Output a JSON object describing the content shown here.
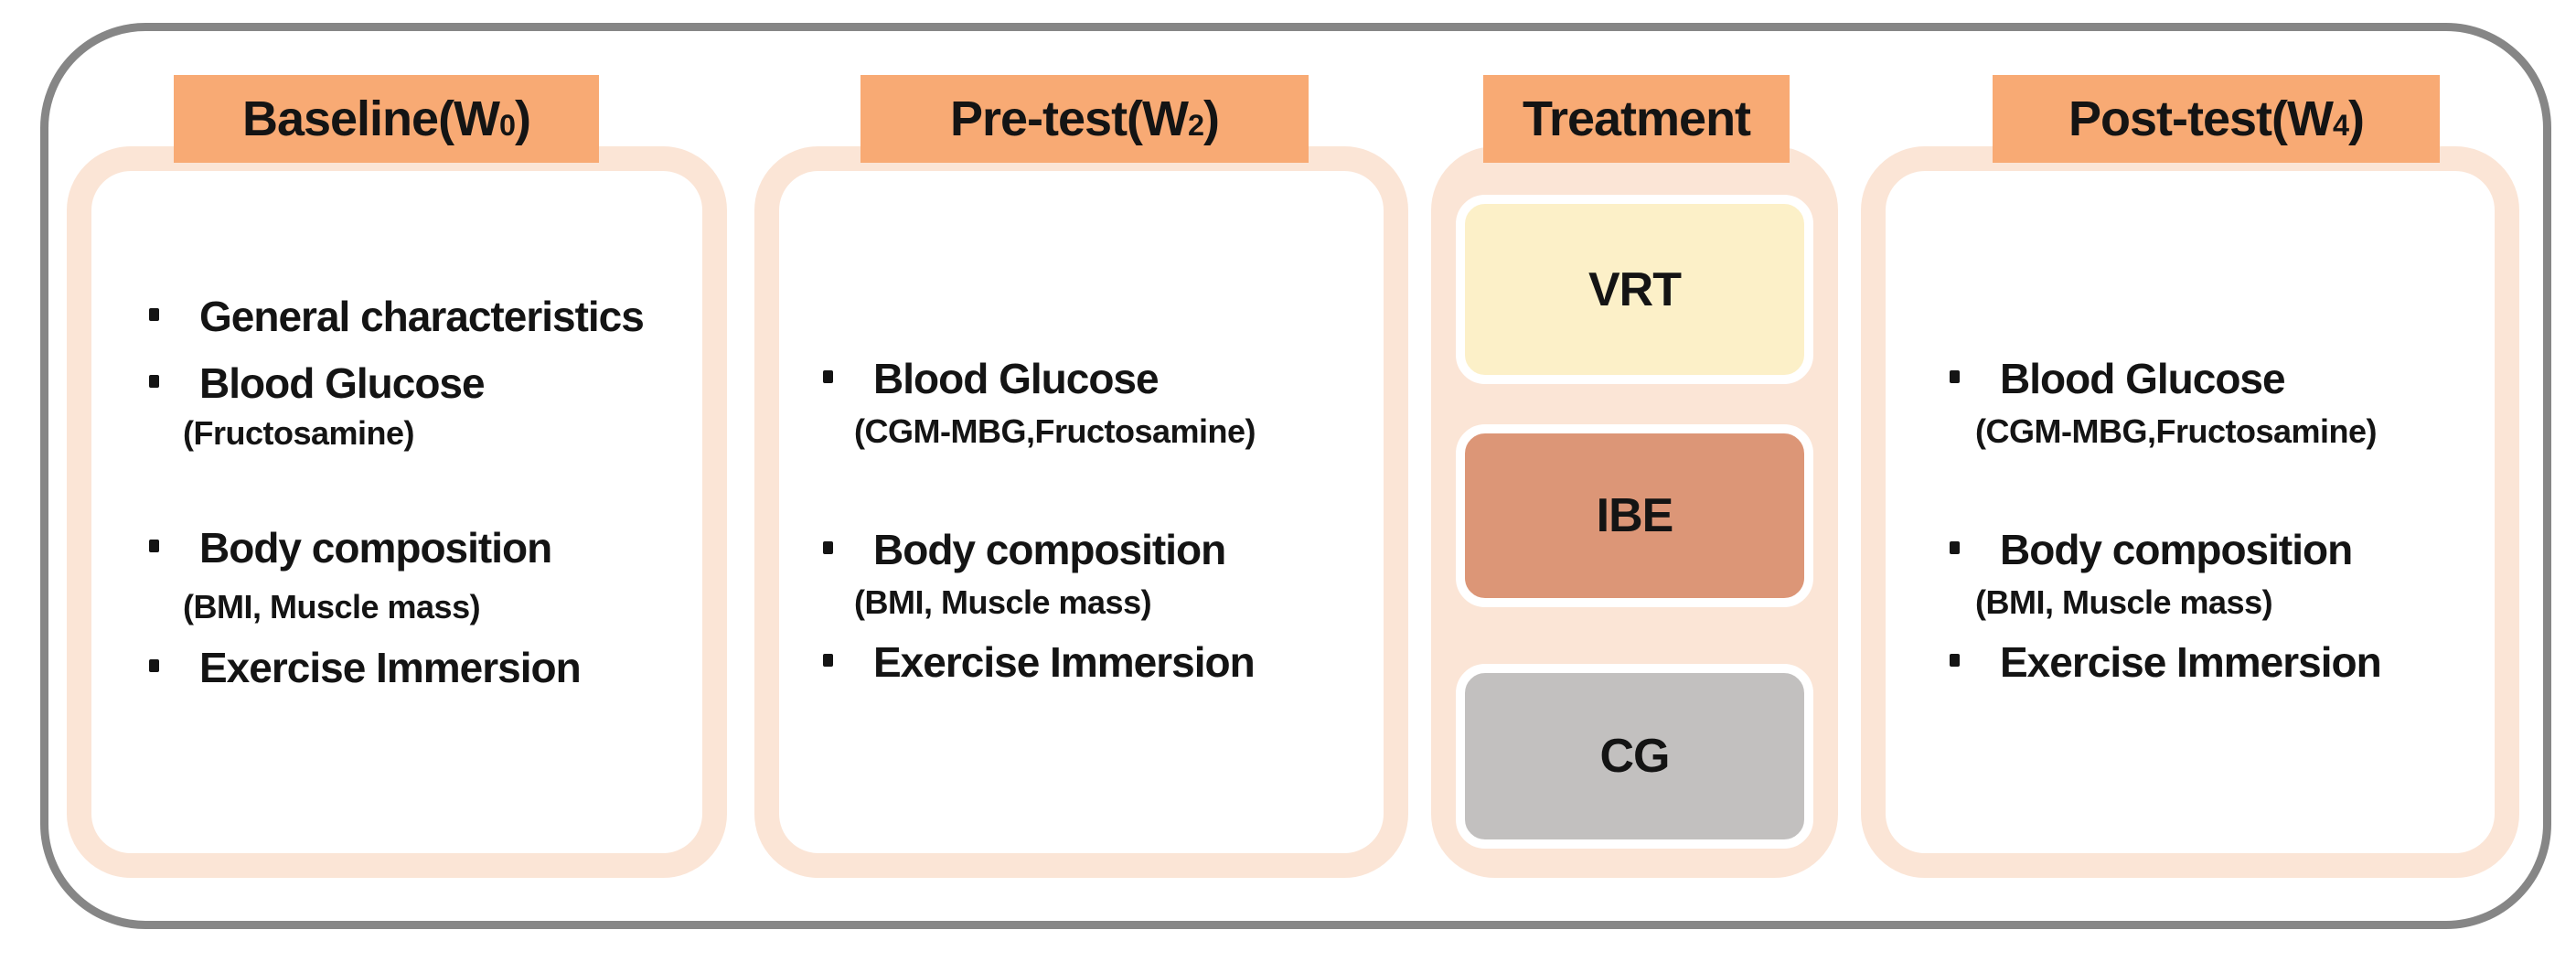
{
  "figure": {
    "kind": "study-design-diagram",
    "palette": {
      "header_orange": "#F8AA74",
      "panel_peach": "#FBE5D6",
      "vrt_cream": "#FCF0C8",
      "ibe_salmon": "#DC9677",
      "cg_gray": "#C2C0BF",
      "frame_gray": "#868686",
      "text_black": "#141414"
    }
  },
  "columns": [
    {
      "id": "baseline",
      "header": {
        "main": "Baseline(W",
        "sub": "0",
        "end": ")"
      },
      "lines": [
        {
          "text": "General characteristics",
          "type": "main"
        },
        {
          "text": "Blood Glucose",
          "type": "main"
        },
        {
          "text": "(Fructosamine)",
          "type": "sub"
        },
        {
          "text": "Body composition",
          "type": "main"
        },
        {
          "text": "(BMI, Muscle mass)",
          "type": "sub"
        },
        {
          "text": "Exercise Immersion",
          "type": "main"
        }
      ]
    },
    {
      "id": "pretest",
      "header": {
        "main": "Pre-test(W",
        "sub": "2",
        "end": ")"
      },
      "lines": [
        {
          "text": "Blood Glucose",
          "type": "main"
        },
        {
          "text": "(CGM-MBG,Fructosamine)",
          "type": "sub"
        },
        {
          "text": "Body composition",
          "type": "main"
        },
        {
          "text": "(BMI, Muscle mass)",
          "type": "sub"
        },
        {
          "text": "Exercise Immersion",
          "type": "main"
        }
      ]
    },
    {
      "id": "treatment",
      "header": {
        "main": "Treatment",
        "sub": "",
        "end": ""
      },
      "boxes": [
        {
          "label": "VRT",
          "bg": "#FCF0C8"
        },
        {
          "label": "IBE",
          "bg": "#DC9677"
        },
        {
          "label": "CG",
          "bg": "#C2C0BF"
        }
      ]
    },
    {
      "id": "posttest",
      "header": {
        "main": "Post-test(W",
        "sub": "4",
        "end": ")"
      },
      "lines": [
        {
          "text": "Blood Glucose",
          "type": "main"
        },
        {
          "text": "(CGM-MBG,Fructosamine)",
          "type": "sub"
        },
        {
          "text": "Body composition",
          "type": "main"
        },
        {
          "text": "(BMI, Muscle mass)",
          "type": "sub"
        },
        {
          "text": "Exercise Immersion",
          "type": "main"
        }
      ]
    }
  ]
}
